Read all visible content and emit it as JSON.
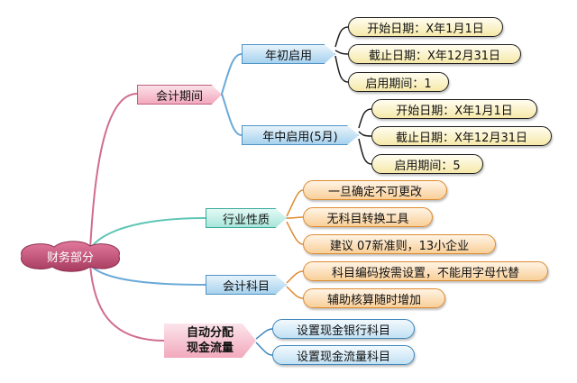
{
  "root": {
    "label": "财务部分"
  },
  "branches": {
    "period": {
      "label": "会计期间",
      "start_year": {
        "label": "年初启用",
        "items": [
          "开始日期：X年1月1日",
          "截止日期：X年12月31日",
          "启用期间：1"
        ]
      },
      "mid_year": {
        "label": "年中启用(5月)",
        "items": [
          "开始日期：X年1月1日",
          "截止日期：X年12月31日",
          "启用期间：5"
        ]
      }
    },
    "industry": {
      "label": "行业性质",
      "items": [
        "一旦确定不可更改",
        "无科目转换工具",
        "建议 07新准则，13小企业"
      ]
    },
    "subjects": {
      "label": "会计科目",
      "items": [
        "科目编码按需设置，不能用字母代替",
        "辅助核算随时增加"
      ]
    },
    "auto": {
      "line1": "自动分配",
      "line2": "现金流量",
      "items": [
        "设置现金银行科目",
        "设置现金流量科目"
      ]
    }
  },
  "colors": {
    "pink": "#c0607d",
    "blue": "#4f94c5",
    "teal": "#3aa998",
    "orange": "#de8a2f",
    "dark": "#1f1f1f"
  }
}
